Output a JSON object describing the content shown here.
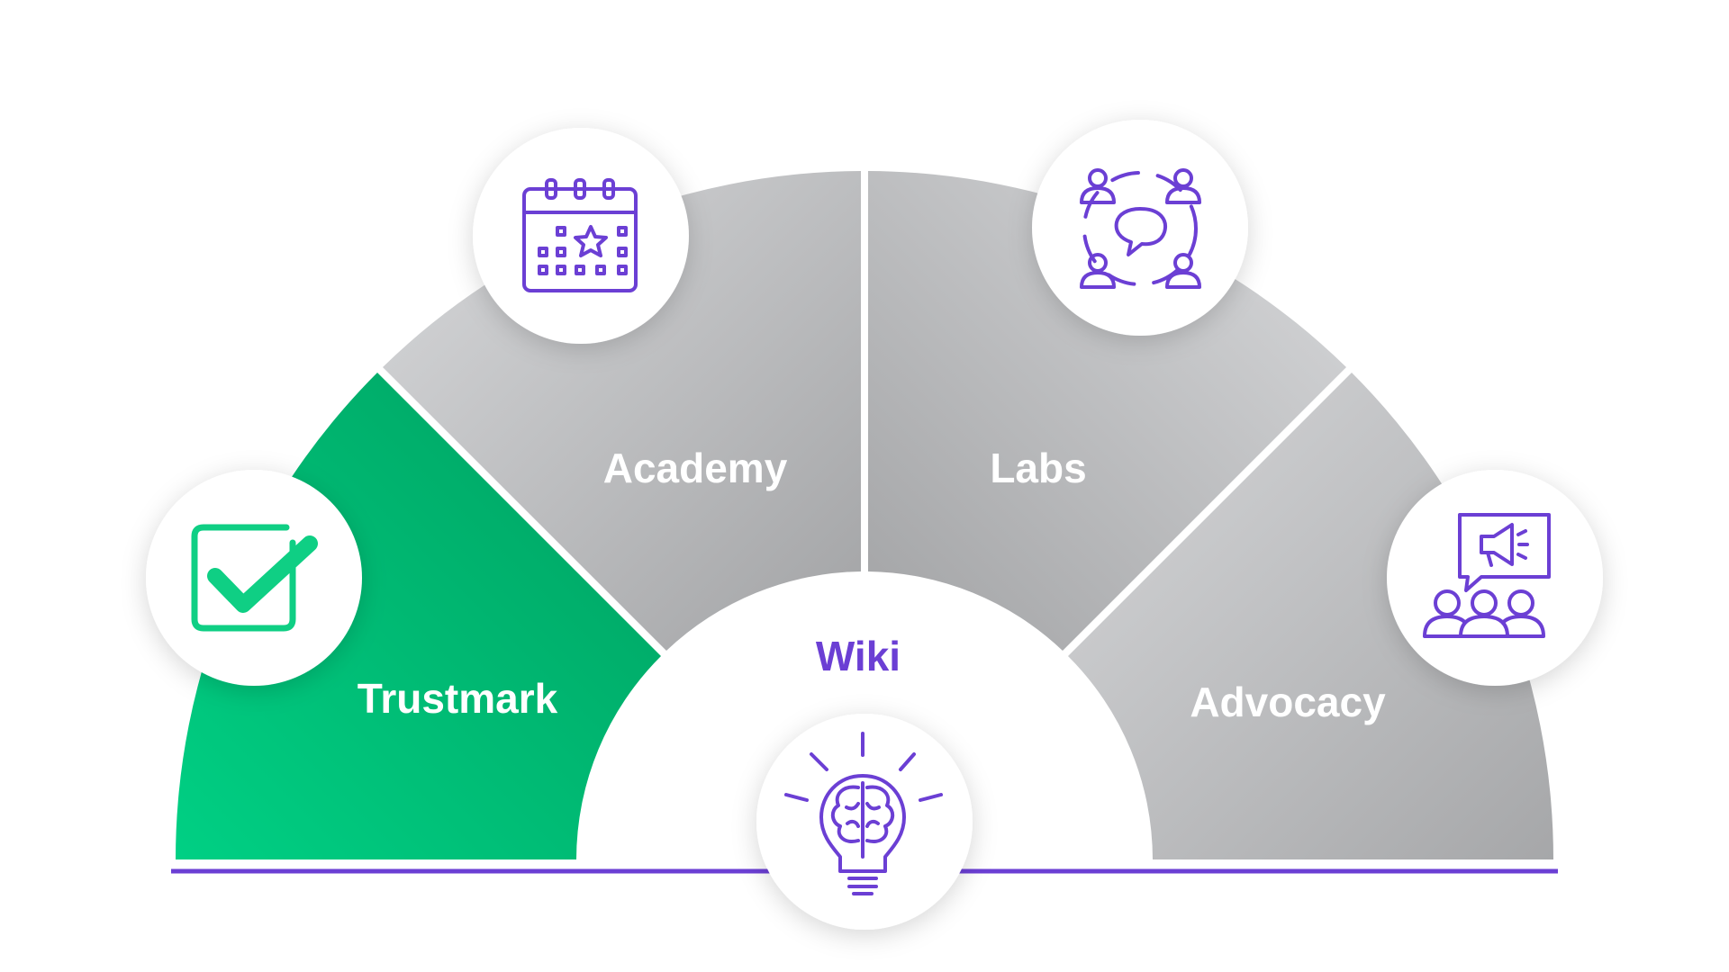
{
  "segments": [
    {
      "id": "trustmark",
      "label": "Trustmark",
      "icon": "checkbox-check-icon",
      "active": true
    },
    {
      "id": "academy",
      "label": "Academy",
      "icon": "calendar-star-icon",
      "active": false
    },
    {
      "id": "labs",
      "label": "Labs",
      "icon": "people-chat-icon",
      "active": false
    },
    {
      "id": "advocacy",
      "label": "Advocacy",
      "icon": "megaphone-audience-icon",
      "active": false
    }
  ],
  "center": {
    "label": "Wiki",
    "icon": "lightbulb-brain-icon"
  },
  "colors": {
    "active_start": "#00d084",
    "active_end": "#00a060",
    "inactive_light": "#d5d6d8",
    "inactive_dark": "#9fa0a2",
    "accent": "#6b3fd4",
    "active_icon": "#0fcf84",
    "label_text": "#ffffff",
    "baseline": "#6b3fd4",
    "background": "#ffffff"
  }
}
